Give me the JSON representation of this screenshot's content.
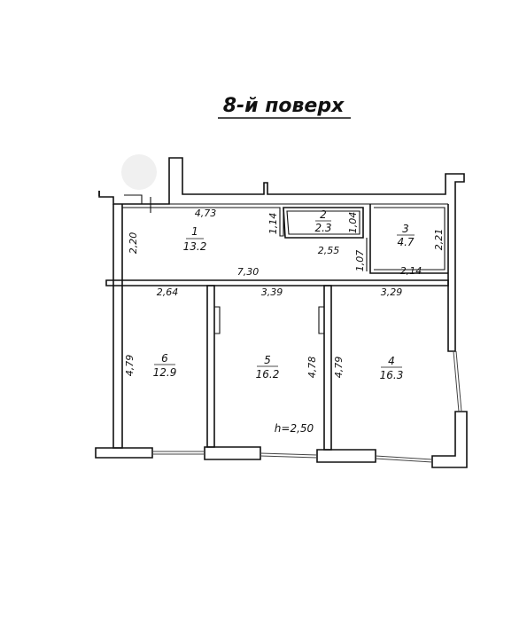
{
  "title": "8-й поверх",
  "height_label": "h=2,50",
  "rooms": [
    {
      "number": "1",
      "area": "13.2"
    },
    {
      "number": "2",
      "area": "2.3"
    },
    {
      "number": "3",
      "area": "4.7"
    },
    {
      "number": "4",
      "area": "16.3"
    },
    {
      "number": "5",
      "area": "16.2"
    },
    {
      "number": "6",
      "area": "12.9"
    }
  ],
  "dimensions": {
    "r1_width": "4,73",
    "r1_height": "2,20",
    "r1_side": "1,14",
    "r2_height": "1,04",
    "r2_bottom": "2,55",
    "r3_height": "2,21",
    "corridor_gap": "1,07",
    "r3_bottom": "2,14",
    "corridor_length": "7,30",
    "r6_width": "2,64",
    "r5_width": "3,39",
    "r4_width": "3,29",
    "r6_height": "4,79",
    "r5_height": "4,78",
    "r4_height": "4,79"
  }
}
